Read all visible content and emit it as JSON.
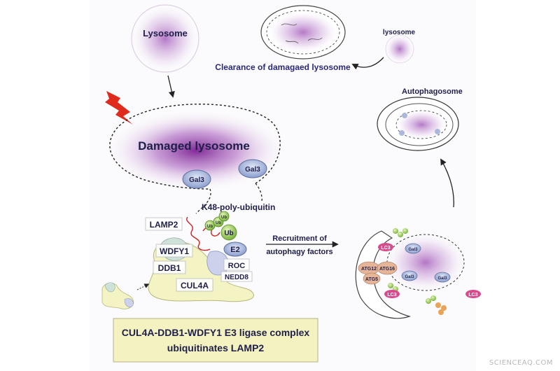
{
  "labels": {
    "lysosome_top": "Lysosome",
    "lysosome_small": "lysosome",
    "clearance": "Clearance of damagaed lysosome",
    "autophagosome": "Autophagosome",
    "damaged_lysosome": "Damaged lysosome",
    "gal3": "Gal3",
    "k48": "K48-poly-ubiquitin",
    "lamp2": "LAMP2",
    "ub": "Ub",
    "wdfy1": "WDFY1",
    "ddb1": "DDB1",
    "e2": "E2",
    "roc": "ROC",
    "nedd8": "NEDD8",
    "cul4a": "CUL4A",
    "recruitment_line1": "Recruitment of",
    "recruitment_line2": "autophagy factors",
    "lc3": "LC3",
    "atg12": "ATG12",
    "atg16": "ATG16",
    "atg5": "ATG5"
  },
  "caption": {
    "line1": "CUL4A-DDB1-WDFY1 E3 ligase complex",
    "line2": "ubiquitinates LAMP2"
  },
  "watermark": "SCIENCEAQ.COM",
  "colors": {
    "purple": "#8a2f9e",
    "text_dark": "#1f1f4a",
    "gal3_fill": "#aab8dc",
    "complex_fill": "#f3f3c4",
    "caption_fill": "#f4f2c0",
    "ub_fill": "#a3d16a",
    "bolt": "#e02a1d",
    "lc3_fill": "#d94a8c",
    "atg_fill": "#e6b497"
  }
}
